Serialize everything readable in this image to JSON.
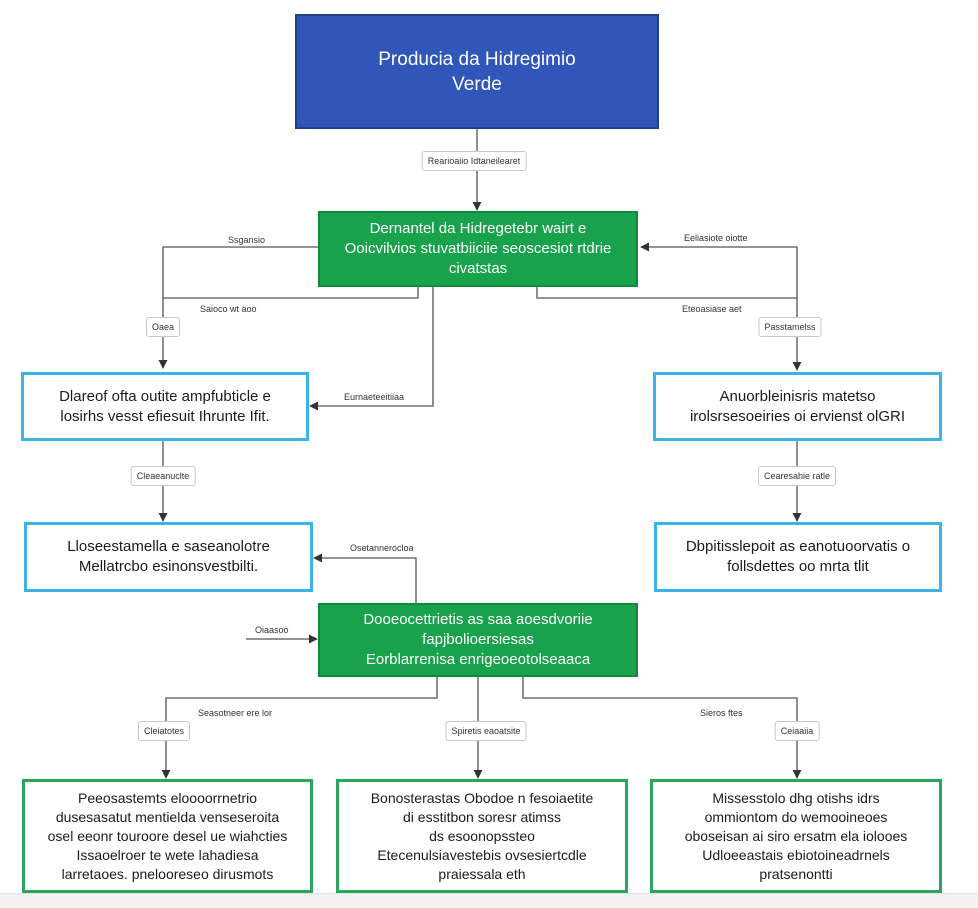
{
  "nodes": {
    "title": [
      "Producia da Hidregimio",
      "Verde"
    ],
    "green_top": [
      "Dernantel da Hidregetebr wairt e",
      "Ooicvilvios stuvatbiiciie seoscesiot rtdrie",
      "civatstas"
    ],
    "cyan_left_1": [
      "Dlareof ofta outite ampfubticle e",
      "losirhs vesst efiesuit Ihrunte Ifit."
    ],
    "cyan_right_1": [
      "Anuorbleinisris matetso",
      "irolsrsesoeiries oi ervienst olGRI"
    ],
    "cyan_left_2": [
      "Lloseestamella e saseanolotre",
      "Mellatrcbo esinonsvestbilti."
    ],
    "cyan_right_2": [
      "Dbpitisslepoit as eanotuoorvatis o",
      "follsdettes oo mrta tlit"
    ],
    "green_mid": [
      "Dooeocettrietis as saa aoesdvoriie",
      "fapjbolioersiesas",
      "Eorblarrenisa enrigeoeotolseaaca"
    ],
    "leaf_left": [
      "Peeosastemts eloooorrnetrio",
      "dusesasatut mentielda venseseroita",
      "osel eeonr touroore desel ue wiahcties",
      "Issaoelroer te wete lahadiesa",
      "larretaoes. pnelooreseo dirusmots"
    ],
    "leaf_center": [
      "Bonosterastas Obodoe n fesoiaetite",
      "di esstitbon soresr atimss",
      "ds esoonopssteo",
      "Etecenulsiavestebis ovsesiertcdle",
      "praiessala eth"
    ],
    "leaf_right": [
      "Missesstolo dhg otishs idrs",
      "ommiontom do wemooineoes",
      "oboseisan ai siro ersatm ela iolooes",
      "Udloeeastais ebiotoineadrnels",
      "pratsenontti"
    ]
  },
  "edge_labels": {
    "title_to_top": "Rearioaiio Idtaneilearet",
    "top_left_out": "Ssgansio",
    "top_right_in": "Eeliasiote oiotte",
    "left_branch": "Saioco wt aoo",
    "right_branch": "Eteoasiase aet",
    "left_chip": "Oaea",
    "right_chip": "Passtamelss",
    "top_to_left_1": "Eurnaeteeitiiaa",
    "left_chain_chip": "Cleaeanuclte",
    "right_chain_chip": "Cearesahie ratle",
    "mid_to_left_2": "Osetannerocloa",
    "input_to_mid": "Oiaasoo",
    "mid_left_branch": "Seasotneer ere lor",
    "mid_right_branch": "Sieros ftes",
    "chip_left_leaf": "Cleiatotes",
    "chip_center_leaf": "Spiretis eaoatsite",
    "chip_right_leaf": "Ceiaaiia"
  },
  "colors": {
    "title_fill": "#2f56b8",
    "process_fill": "#18a24b",
    "cyan_border": "#3ab3e6",
    "leaf_border": "#2aa55a",
    "connector": "#555555"
  }
}
